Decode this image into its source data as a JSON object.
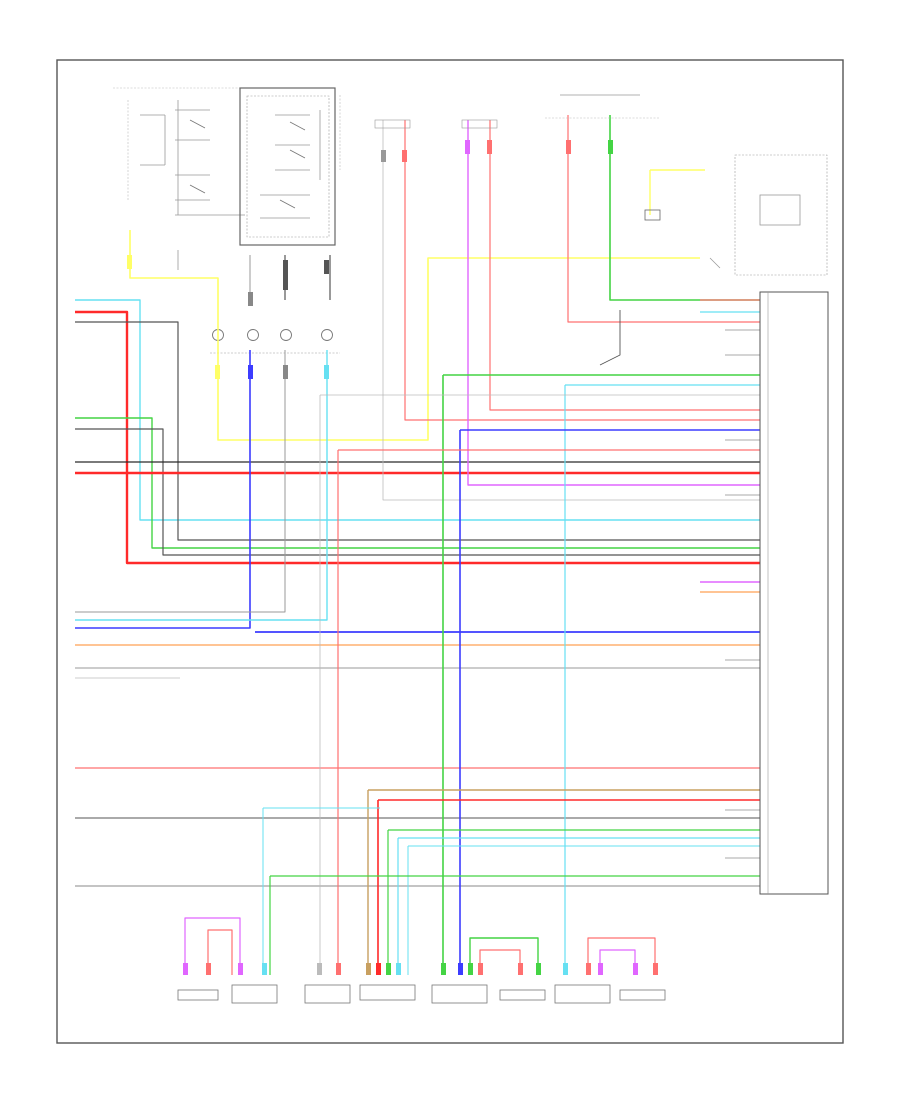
{
  "diagram": {
    "footer_code": "",
    "colors": {
      "red": "#ff7070",
      "bright_red": "#ff2a2a",
      "cyan": "#66e0f2",
      "green": "#44d444",
      "yellow": "#ffff66",
      "blue": "#3c3cff",
      "magenta": "#e066ff",
      "orange": "#ffb070",
      "gray": "#8a8a8a",
      "dark": "#2a2a2a"
    },
    "components": [
      {
        "id": "steering-switch",
        "label": ""
      },
      {
        "id": "audio-unit",
        "label": ""
      },
      {
        "id": "spiral-cable",
        "label": ""
      },
      {
        "id": "left-front-speaker-top",
        "label": ""
      },
      {
        "id": "left-rear-speaker-top",
        "label": ""
      },
      {
        "id": "ignition-fuses",
        "label": ""
      },
      {
        "id": "data-link-connector",
        "label": ""
      },
      {
        "id": "usb-adapter",
        "label": ""
      },
      {
        "id": "radio-antenna",
        "label": ""
      },
      {
        "id": "audio-unit-right",
        "label": ""
      },
      {
        "id": "left-front-tweeter",
        "label": ""
      },
      {
        "id": "left-front-door-speaker",
        "label": ""
      },
      {
        "id": "left-front-speaker",
        "label": ""
      },
      {
        "id": "center-speaker",
        "label": ""
      },
      {
        "id": "left-rear-door-speaker",
        "label": ""
      },
      {
        "id": "left-rear-speaker",
        "label": ""
      },
      {
        "id": "right-rear-door-speaker",
        "label": ""
      },
      {
        "id": "right-rear-speaker",
        "label": ""
      }
    ]
  }
}
